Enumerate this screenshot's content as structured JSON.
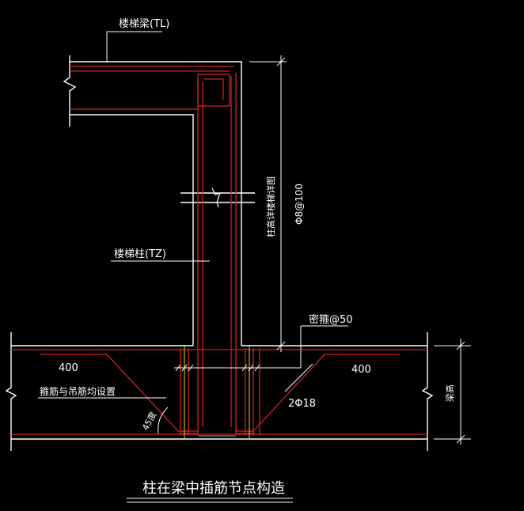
{
  "colors": {
    "background": "#000000",
    "outline": "#ffffff",
    "rebar": "#d42020",
    "stirrup": "#ff4040",
    "note": "#ffffff",
    "dimension": "#ffffff",
    "cyan_mark": "#3fd0d0"
  },
  "labels": {
    "stair_beam": "楼梯梁(TL)",
    "stair_column": "楼梯柱(TZ)",
    "stirrup_spec": "Φ8@100",
    "column_height_note": "柱高详楼梯详图",
    "dense_stirrup": "密箍@50",
    "left_length": "400",
    "right_length": "400",
    "hanger_note": "箍筋与吊筋均设置",
    "angle": "45度",
    "hanger_bar": "2Φ18",
    "beam_height": "梁高",
    "title": "柱在梁中插筋节点构造"
  }
}
